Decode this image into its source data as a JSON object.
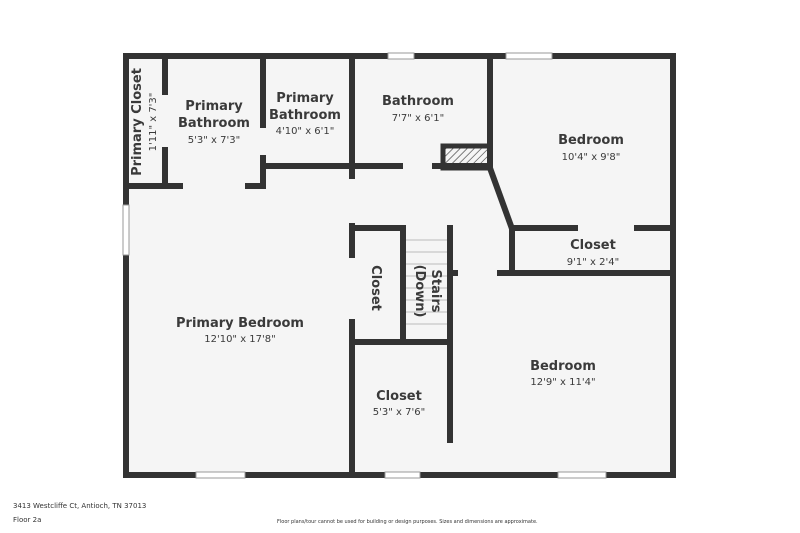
{
  "address": "3413 Westcliffe Ct, Antioch, TN 37013",
  "floor": "Floor 2a",
  "disclaimer": "Floor plans/tour cannot be used for building or design purposes. Sizes and dimensions are approximate.",
  "colors": {
    "wall": "#333333",
    "floor": "#f5f5f5",
    "window": "#ffffff"
  },
  "rooms": [
    {
      "name": "Primary Closet",
      "dims": "1'11\" x 7'3\""
    },
    {
      "name": "Primary",
      "name2": "Bathroom",
      "dims": "5'3\" x 7'3\""
    },
    {
      "name": "Primary",
      "name2": "Bathroom",
      "dims": "4'10\" x 6'1\""
    },
    {
      "name": "Bathroom",
      "dims": "7'7\" x 6'1\""
    },
    {
      "name": "Bedroom",
      "dims": "10'4\" x 9'8\""
    },
    {
      "name": "Closet",
      "dims": "9'1\" x 2'4\""
    },
    {
      "name": "Closet"
    },
    {
      "name": "Stairs",
      "name2": "(Down)"
    },
    {
      "name": "Primary Bedroom",
      "dims": "12'10\" x 17'8\""
    },
    {
      "name": "Bedroom",
      "dims": "12'9\" x 11'4\""
    },
    {
      "name": "Closet",
      "dims": "5'3\" x 7'6\""
    }
  ]
}
